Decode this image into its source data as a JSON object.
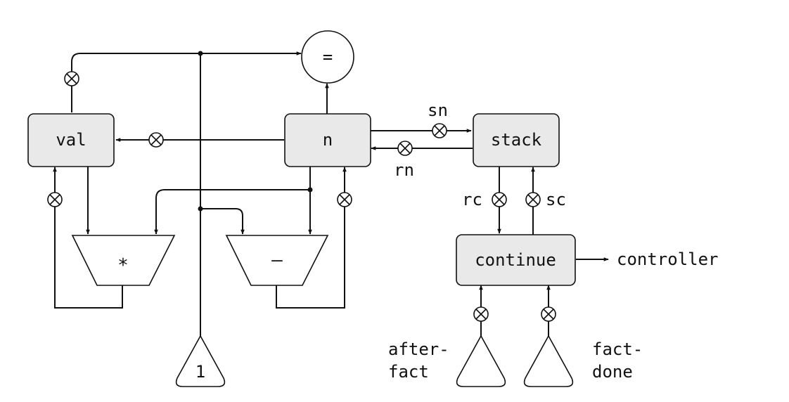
{
  "registers": {
    "val": "val",
    "n": "n",
    "stack": "stack",
    "continue": "continue"
  },
  "operations": {
    "equals": "=",
    "multiply": "*",
    "subtract": "–"
  },
  "constants": {
    "one": "1",
    "afterfact_line1": "after-",
    "afterfact_line2": "fact",
    "factdone_line1": "fact-",
    "factdone_line2": "done"
  },
  "buttons": {
    "sn": "sn",
    "rn": "rn",
    "rc": "rc",
    "sc": "sc"
  },
  "output": {
    "controller": "controller"
  },
  "colors": {
    "register_fill": "#e9e9e9",
    "stroke": "#111111"
  }
}
